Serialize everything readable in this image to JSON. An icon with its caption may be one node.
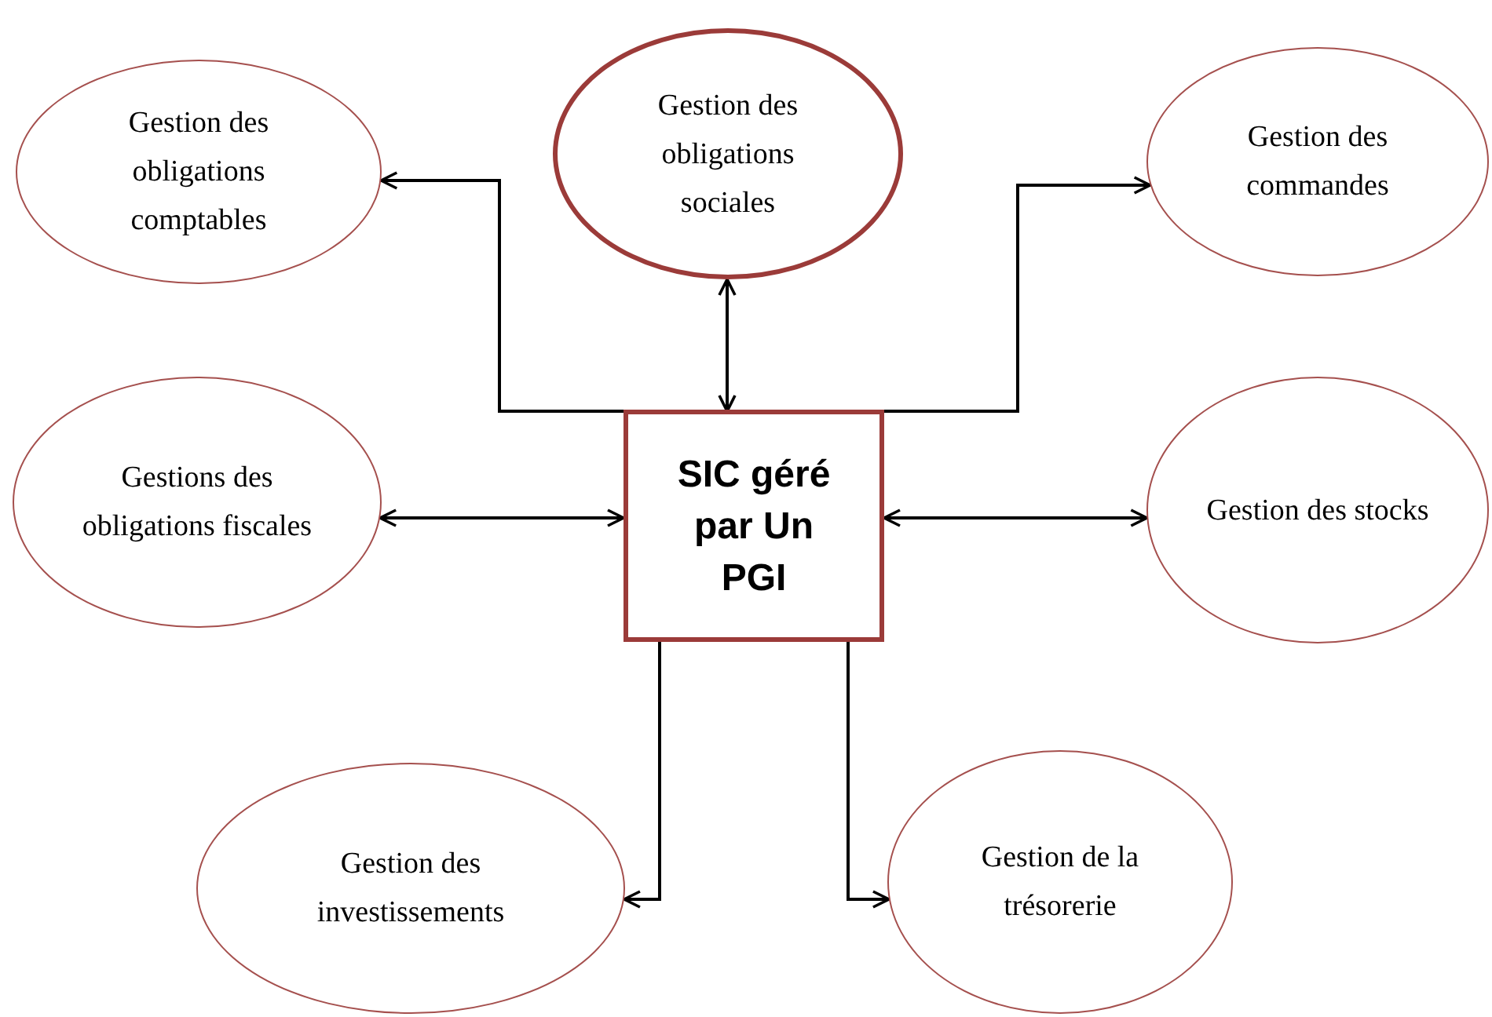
{
  "diagram": {
    "nodes": [
      {
        "text": [
          "Gestion des obligations comptables"
        ]
      },
      {
        "text": [
          "Gestion des obligations sociales"
        ]
      },
      {
        "text": [
          "Gestion des commandes"
        ]
      },
      {
        "text": [
          "Gestions des obligations fiscales"
        ]
      },
      {
        "text": [
          "SIC géré par Un PGI"
        ]
      },
      {
        "text": [
          "Gestion des stocks"
        ]
      },
      {
        "text": [
          "Gestion des investissements"
        ]
      },
      {
        "text": [
          "Gestion de la trésorerie"
        ]
      }
    ],
    "edges": [
      {
        "from": 4,
        "to": 0,
        "arrow": "to"
      },
      {
        "from": 4,
        "to": 1,
        "arrow": "both"
      },
      {
        "from": 4,
        "to": 2,
        "arrow": "to"
      },
      {
        "from": 3,
        "to": 4,
        "arrow": "both"
      },
      {
        "from": 4,
        "to": 5,
        "arrow": "both"
      },
      {
        "from": 4,
        "to": 6,
        "arrow": "to"
      },
      {
        "from": 4,
        "to": 7,
        "arrow": "to"
      }
    ]
  }
}
